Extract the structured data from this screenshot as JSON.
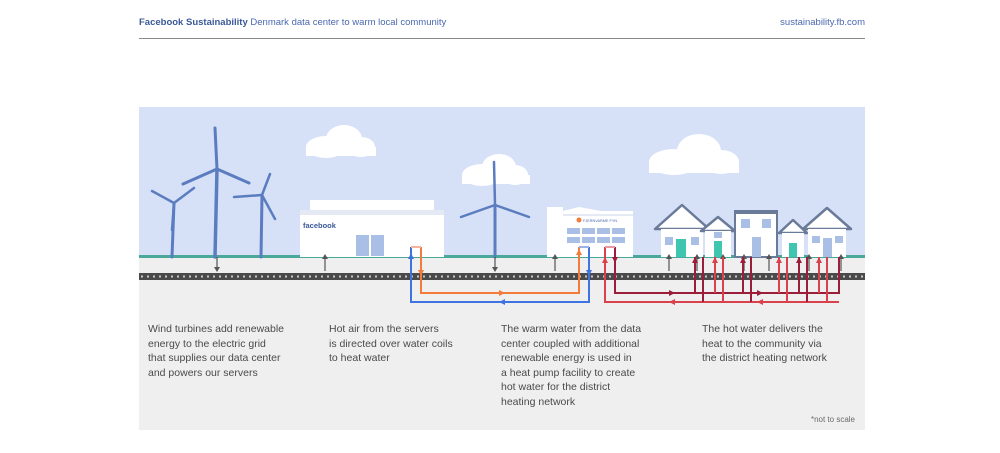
{
  "header": {
    "brand": "Facebook Sustainability",
    "subtitle": "Denmark data center to warm local community",
    "site": "sustainability.fb.com"
  },
  "scene": {
    "facebook_sign": "facebook",
    "heatpump_sign": "FJERNVARME FYN"
  },
  "captions": [
    "Wind turbines add renewable\nenergy to the electric grid\nthat supplies our data center\nand powers our servers",
    "Hot air from the servers\nis directed over water coils\nto heat water",
    "The warm water from the data\ncenter coupled with additional\nrenewable energy is used in\na heat pump facility to create\nhot water for the district\nheating network",
    "The hot water delivers the\nheat to the community via\nthe district heating network"
  ],
  "note": "*not to scale",
  "colors": {
    "sky": "#d6e1f8",
    "ground_line": "#4aa89a",
    "turbine": "#5b7dc0",
    "cool_water": "#3f74e0",
    "warm_water": "#f47b3a",
    "hot_water": "#d9414d",
    "dark_hot": "#9a1d3a",
    "brand": "#3b5998"
  }
}
